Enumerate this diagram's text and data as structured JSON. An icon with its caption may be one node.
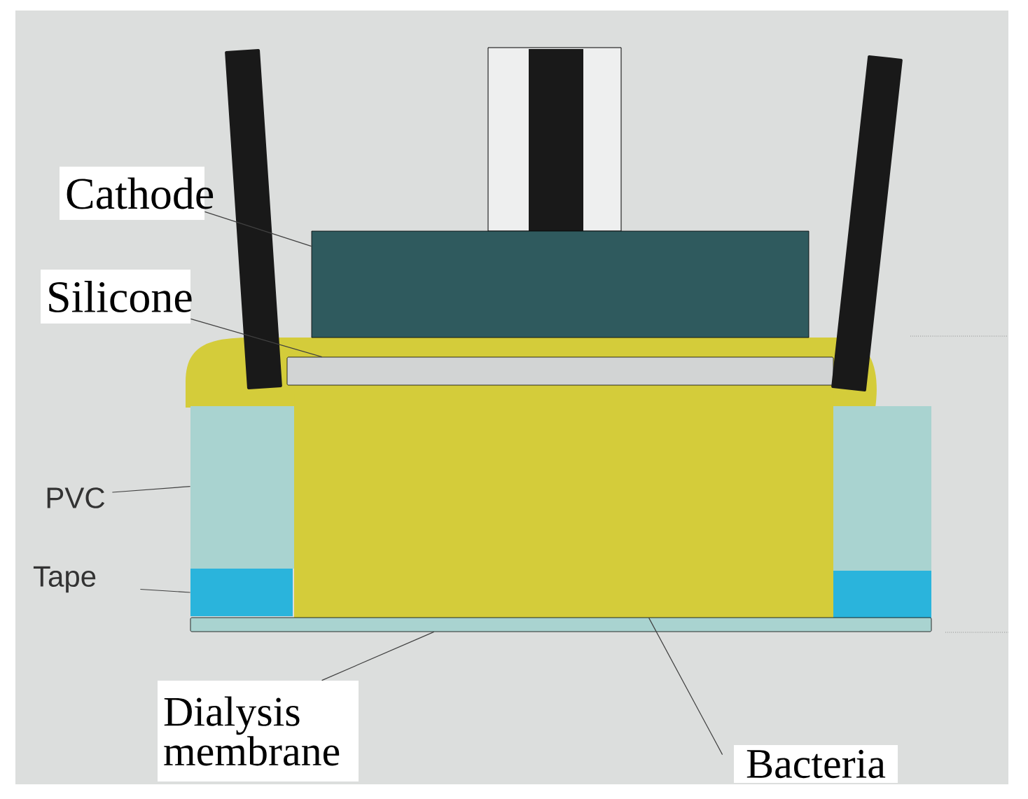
{
  "diagram": {
    "nodes": [
      {
        "text": [
          "Cathode"
        ]
      },
      {
        "text": [],
        "shape": "box"
      },
      {
        "text": [
          "Silicone"
        ]
      },
      {
        "text": [],
        "shape": "bar"
      },
      {
        "text": [
          "PVC"
        ]
      },
      {
        "text": [],
        "shape": "box"
      },
      {
        "text": [
          "Tape"
        ]
      },
      {
        "text": [],
        "shape": "box"
      },
      {
        "text": [
          "Dialysis membrane"
        ]
      },
      {
        "text": [],
        "shape": "bar"
      },
      {
        "text": [
          "Bacteria"
        ]
      },
      {
        "text": [],
        "shape": "box"
      },
      {
        "text": [],
        "shape": "bar"
      },
      {
        "text": [],
        "shape": "bar"
      },
      {
        "text": [],
        "shape": "box"
      },
      {
        "text": [],
        "shape": "box"
      }
    ],
    "edges": [
      {
        "from": 0,
        "to": 1,
        "arrow": "none"
      },
      {
        "from": 2,
        "to": 3,
        "arrow": "none"
      },
      {
        "from": 4,
        "to": 5,
        "arrow": "none"
      },
      {
        "from": 6,
        "to": 7,
        "arrow": "none"
      },
      {
        "from": 8,
        "to": 9,
        "arrow": "none"
      },
      {
        "from": 10,
        "to": 11,
        "arrow": "none"
      }
    ]
  }
}
